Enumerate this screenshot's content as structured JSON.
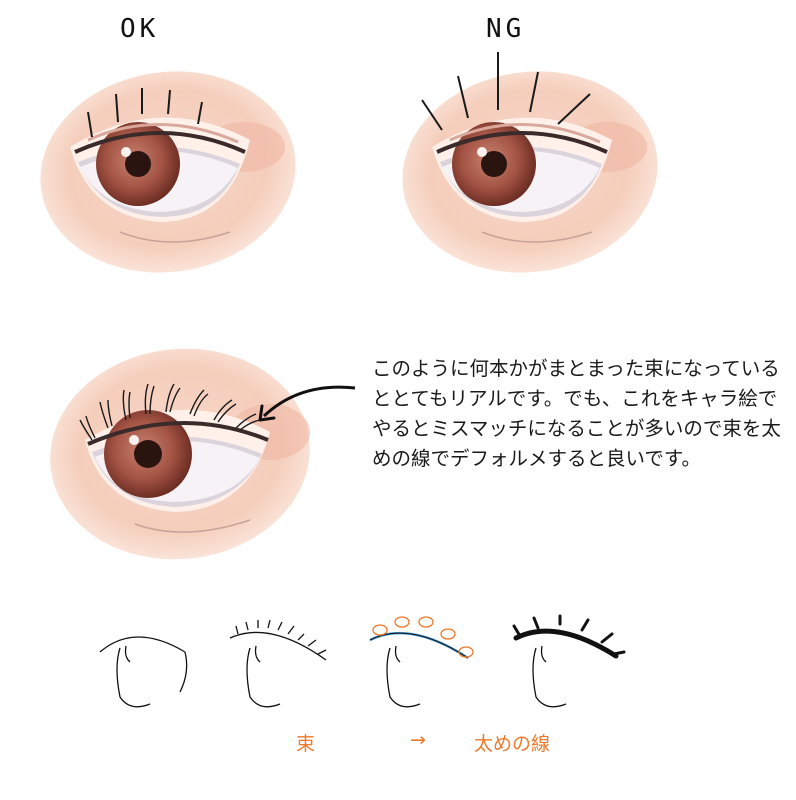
{
  "headings": {
    "ok": "OK",
    "ng": "NG"
  },
  "explanation": "このように何本かがまとまった束になっているととてもリアルです。でも、これをキャラ絵でやるとミスマッチになることが多いので束を太めの線でデフォルメすると良いです。",
  "steps": {
    "bundle": "束",
    "arrow": "→",
    "thick_line": "太めの線"
  },
  "colors": {
    "accent": "#ee7a2e",
    "iris": "#9a4a3c",
    "skin": "#f6d2c4",
    "guide_blue": "#4a9cd6"
  }
}
